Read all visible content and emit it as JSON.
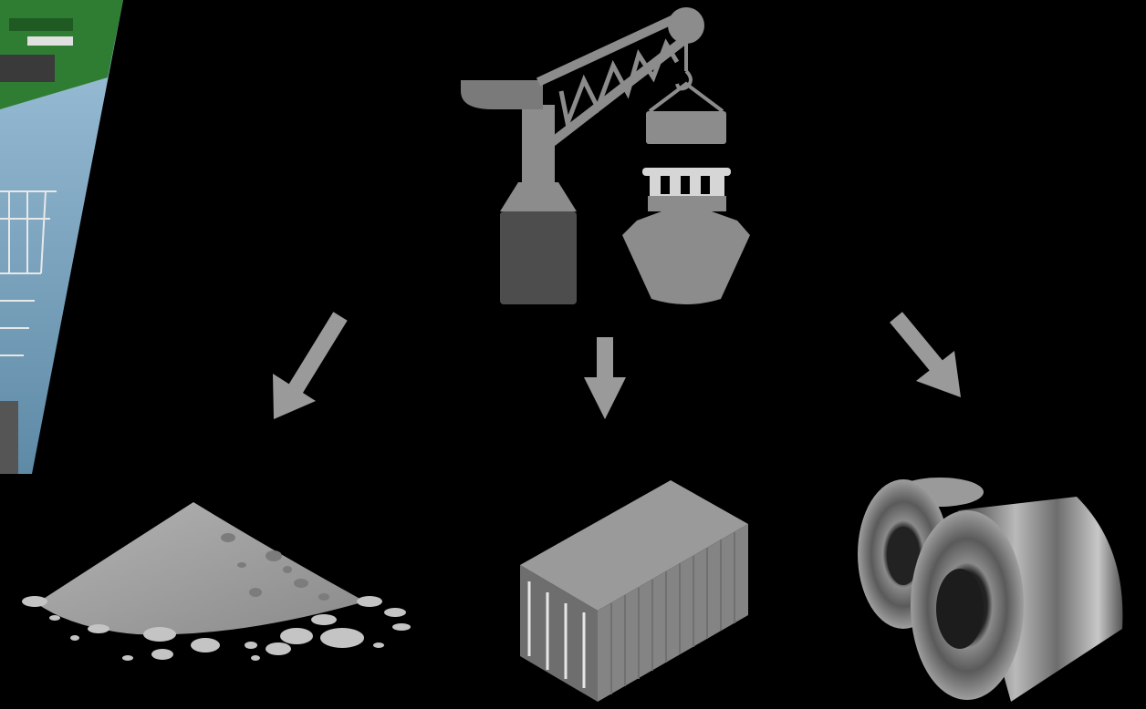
{
  "diagram": {
    "colors": {
      "background": "#000000",
      "icon_light": "#8c8c8c",
      "icon_mid": "#6e6e6e",
      "icon_dark": "#4d4d4d",
      "arrow": "#9a9a9a",
      "photo_green": "#2f7d33",
      "photo_sky": "#7fa8c4"
    },
    "nodes": {
      "source": {
        "icon": "harbor-crane-loading-ship-icon"
      },
      "targets": [
        {
          "icon": "bulk-material-pile-icon"
        },
        {
          "icon": "shipping-container-icon"
        },
        {
          "icon": "steel-coils-icon"
        }
      ]
    },
    "edges": [
      {
        "from": "source",
        "to": "bulk-material-pile"
      },
      {
        "from": "source",
        "to": "shipping-container"
      },
      {
        "from": "source",
        "to": "steel-coils"
      }
    ],
    "background_photo": {
      "icon": "material-handler-machine-photo-icon"
    }
  }
}
